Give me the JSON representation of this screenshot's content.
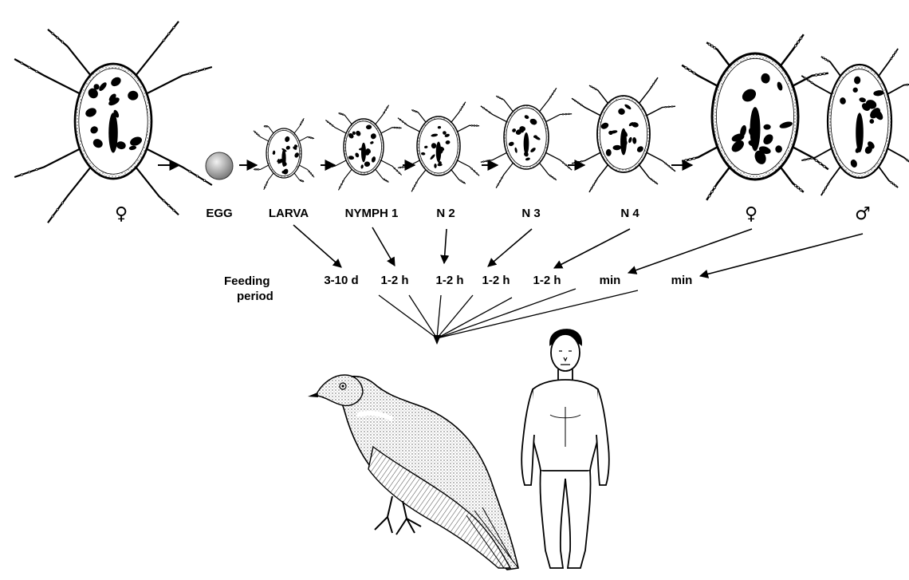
{
  "stages": [
    {
      "id": "adult-female-start",
      "label": "♀"
    },
    {
      "id": "egg",
      "label": "EGG"
    },
    {
      "id": "larva",
      "label": "LARVA"
    },
    {
      "id": "nymph1",
      "label": "NYMPH 1"
    },
    {
      "id": "n2",
      "label": "N 2"
    },
    {
      "id": "n3",
      "label": "N 3"
    },
    {
      "id": "n4",
      "label": "N 4"
    },
    {
      "id": "adult-female",
      "label": "♀"
    },
    {
      "id": "adult-male",
      "label": "♂"
    }
  ],
  "feeding": {
    "title_line1": "Feeding",
    "title_line2": "period",
    "periods": [
      {
        "stage": "larva",
        "value": "3-10 d"
      },
      {
        "stage": "nymph1",
        "value": "1-2 h"
      },
      {
        "stage": "n2",
        "value": "1-2 h"
      },
      {
        "stage": "n3",
        "value": "1-2 h"
      },
      {
        "stage": "n4",
        "value": "1-2 h"
      },
      {
        "stage": "adult-female",
        "value": "min"
      },
      {
        "stage": "adult-male",
        "value": "min"
      }
    ]
  },
  "hosts": [
    {
      "name": "pigeon"
    },
    {
      "name": "human"
    }
  ],
  "colors": {
    "ink": "#000000",
    "paper": "#ffffff",
    "shade": "#9a9a9a"
  }
}
